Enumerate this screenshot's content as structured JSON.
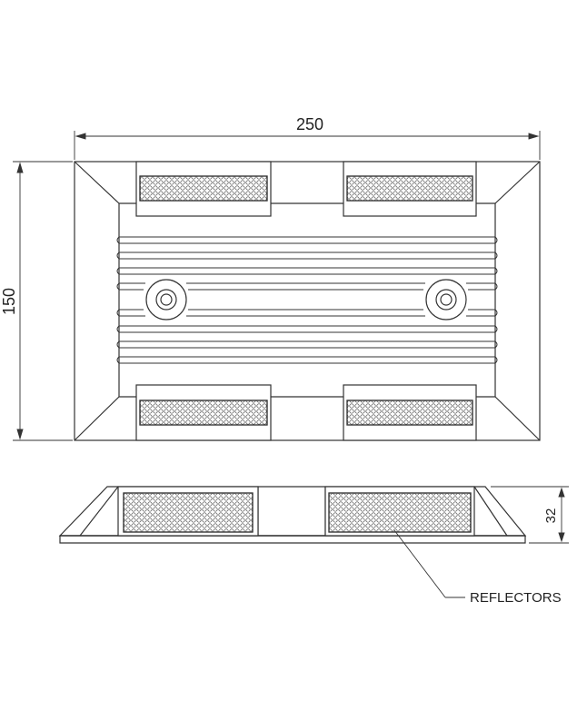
{
  "dimensions": {
    "width": "250",
    "height": "150",
    "thickness": "32"
  },
  "callout": {
    "label": "REFLECTORS"
  },
  "colors": {
    "line": "#333333",
    "text": "#222222",
    "background": "#ffffff"
  }
}
